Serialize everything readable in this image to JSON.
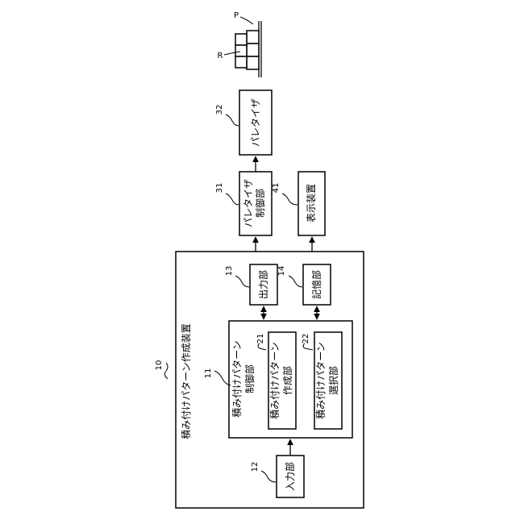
{
  "system": {
    "label": "積み付けパターン作成装置",
    "ref": "10"
  },
  "control": {
    "label_1": "積み付けパターン",
    "label_2": "制御部",
    "ref": "11"
  },
  "input": {
    "label": "入力部",
    "ref": "12"
  },
  "output": {
    "label": "出力部",
    "ref": "13"
  },
  "storage": {
    "label": "記憶部",
    "ref": "14"
  },
  "creation": {
    "label_1": "積み付けパターン",
    "label_2": "作成部",
    "ref": "21"
  },
  "selection": {
    "label_1": "積み付けパターン",
    "label_2": "選択部",
    "ref": "22"
  },
  "palletizer_ctrl": {
    "label_1": "パレタイザ",
    "label_2": "制御部",
    "ref": "31"
  },
  "palletizer": {
    "label": "パレタイザ",
    "ref": "32"
  },
  "display": {
    "label": "表示装置",
    "ref": "41"
  },
  "pallet": {
    "ref_P": "P",
    "ref_R": "R"
  }
}
